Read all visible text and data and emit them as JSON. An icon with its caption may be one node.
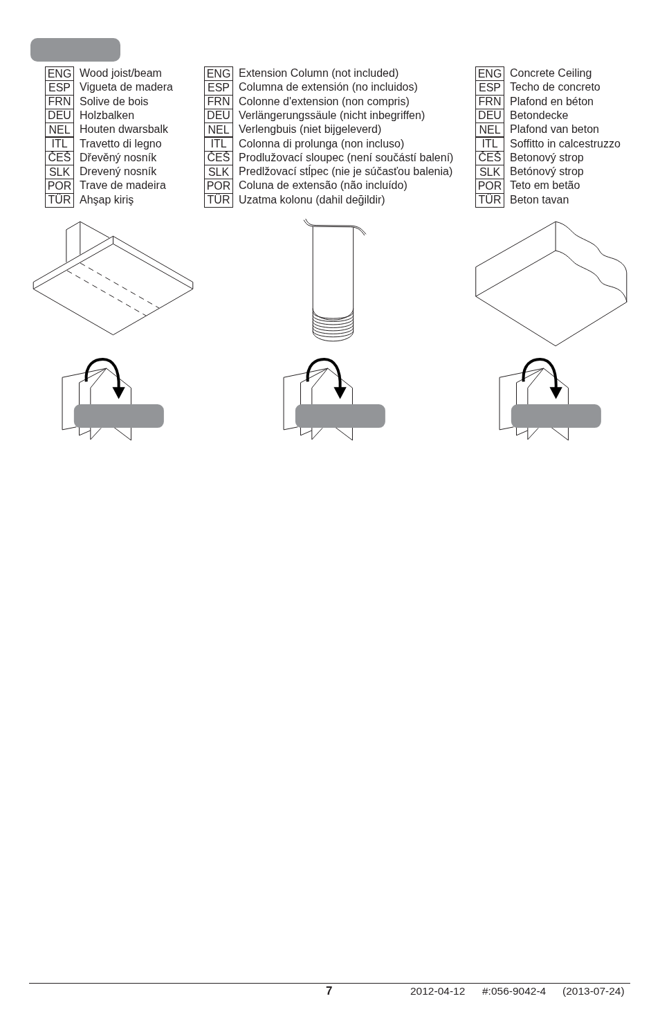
{
  "diagram": {
    "nodes": [
      {
        "text": [],
        "shape": "bar"
      }
    ],
    "labels": [
      "ENG",
      "Wood joist/beam",
      "ESP",
      "Vigueta de madera",
      "FRN",
      "Solive de bois",
      "DEU",
      "Holzbalken",
      "NEL",
      "Houten dwarsbalk",
      "ITL",
      "Travetto di legno",
      "ČEŠ",
      "Dřevěný nosník",
      "SLK",
      "Drevený nosník",
      "POR",
      "Trave de madeira",
      "TÜR",
      "Ahşap kiriş",
      "ENG",
      "Extension Column (not included)",
      "ESP",
      "Columna de extensión (no incluidos)",
      "FRN",
      "Colonne d'extension (non compris)",
      "DEU",
      "Verlängerungssäule (nicht inbegriffen)",
      "NEL",
      "Verlengbuis (niet bijgeleverd)",
      "ITL",
      "Colonna di prolunga (non incluso)",
      "ČEŠ",
      "Prodlužovací sloupec (není součástí balení)",
      "SLK",
      "Predlžovací stĺpec (nie je súčasťou balenia)",
      "POR",
      "Coluna de extensão (não incluído)",
      "TÜR",
      "Uzatma kolonu (dahil değildir)",
      "ENG",
      "Concrete Ceiling",
      "ESP",
      "Techo de concreto",
      "FRN",
      "Plafond en béton",
      "DEU",
      "Betondecke",
      "NEL",
      "Plafond van beton",
      "ITL",
      "Soffitto in calcestruzzo",
      "ČEŠ",
      "Betonový strop",
      "SLK",
      "Betónový strop",
      "POR",
      "Teto em betão",
      "TÜR",
      "Beton tavan",
      "7",
      "2012-04-12",
      "#:056-9042-4",
      "(2013-07-24)"
    ]
  }
}
